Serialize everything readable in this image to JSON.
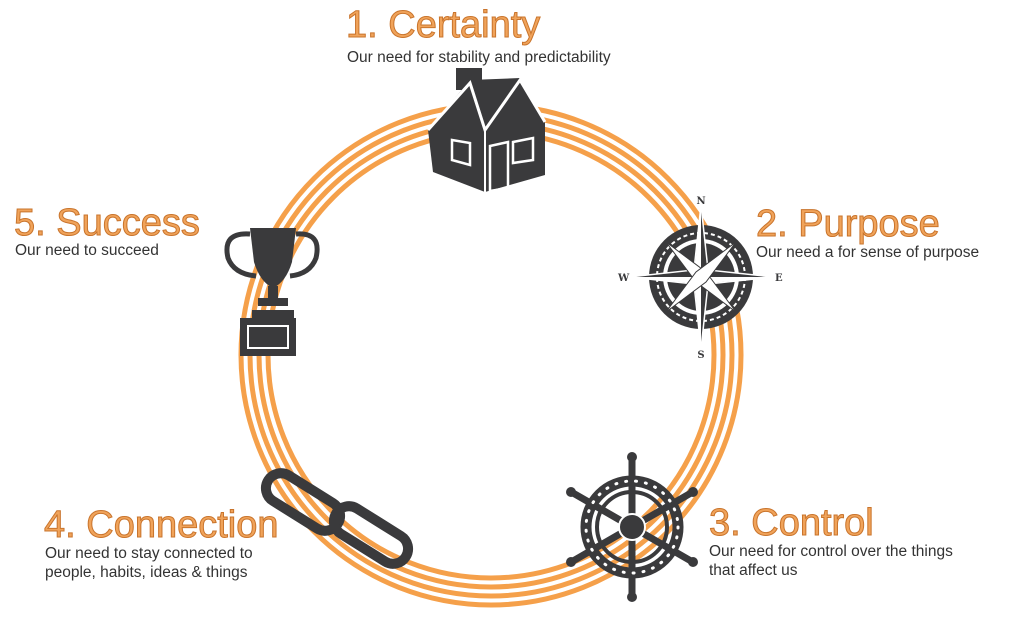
{
  "colors": {
    "ring": "#f5a04a",
    "title": "#f0a35a",
    "icon": "#3a3a3c"
  },
  "items": [
    {
      "title": "1. Certainty",
      "desc": [
        "Our need for stability and predictability"
      ],
      "icon": "house-icon"
    },
    {
      "title": "2. Purpose",
      "desc": [
        "Our need a for sense of purpose"
      ],
      "icon": "compass-icon"
    },
    {
      "title": "3. Control",
      "desc": [
        "Our need for control over the things",
        "that affect us"
      ],
      "icon": "ship-wheel-icon"
    },
    {
      "title": "4. Connection",
      "desc": [
        "Our need to stay connected to",
        "people, habits, ideas & things"
      ],
      "icon": "chain-link-icon"
    },
    {
      "title": "5. Success",
      "desc": [
        "Our need to succeed"
      ],
      "icon": "trophy-icon"
    }
  ],
  "compass_labels": {
    "n": "N",
    "e": "E",
    "s": "S",
    "w": "W"
  }
}
